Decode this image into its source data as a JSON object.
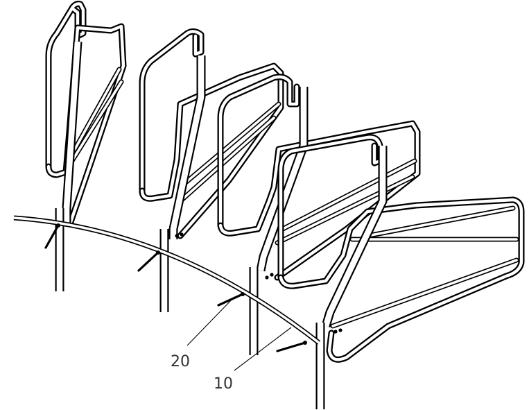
{
  "callouts": [
    {
      "label": "20",
      "part": "pin"
    },
    {
      "label": "10",
      "part": "curved-rail"
    }
  ],
  "colors": {
    "line": "#000000",
    "background": "#ffffff",
    "label": "#333333"
  }
}
